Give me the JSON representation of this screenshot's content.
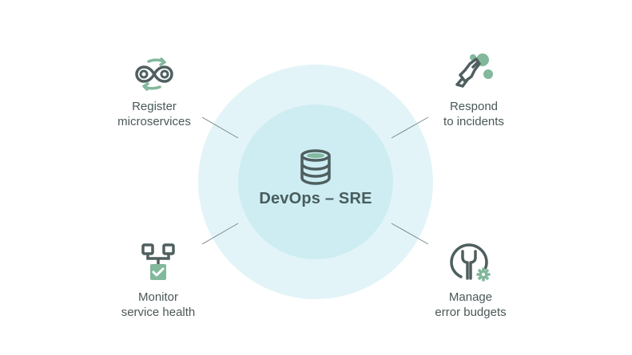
{
  "center": {
    "title": "DevOps – SRE",
    "icon": "database-icon"
  },
  "nodes": [
    {
      "id": "register",
      "line1": "Register",
      "line2": "microservices",
      "icon": "infinity-loop-icon"
    },
    {
      "id": "respond",
      "line1": "Respond",
      "line2": "to incidents",
      "icon": "plug-icon"
    },
    {
      "id": "monitor",
      "line1": "Monitor",
      "line2": "service health",
      "icon": "network-check-icon"
    },
    {
      "id": "manage",
      "line1": "Manage",
      "line2": "error budgets",
      "icon": "wrench-gear-icon"
    }
  ],
  "colors": {
    "outer_circle": "#e2f4f8",
    "inner_circle": "#cdedf3",
    "icon_dark": "#4f5f5f",
    "icon_accent": "#82b89c",
    "text": "#4a5858"
  }
}
